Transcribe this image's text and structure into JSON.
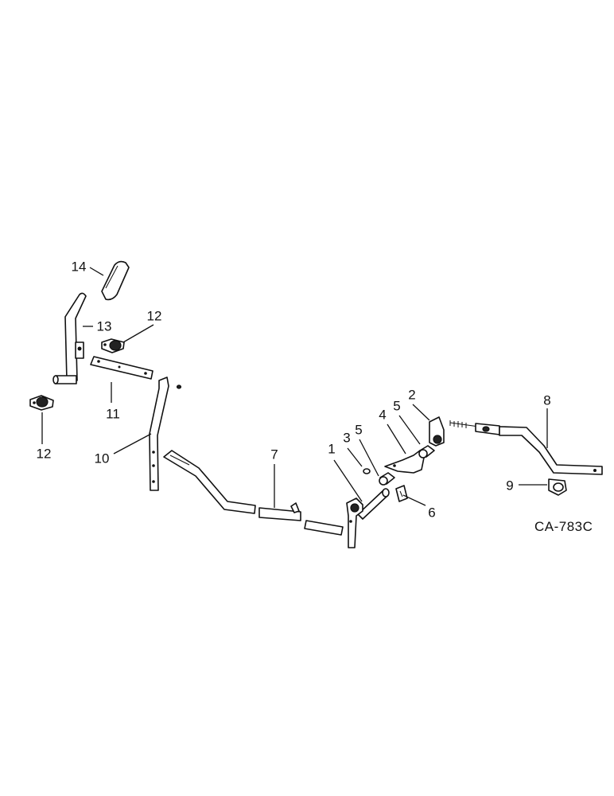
{
  "drawing": {
    "code": "CA-783C",
    "callouts": {
      "c1": "1",
      "c2": "2",
      "c3": "3",
      "c4": "4",
      "c5a": "5",
      "c5b": "5",
      "c6": "6",
      "c7": "7",
      "c8": "8",
      "c9": "9",
      "c10": "10",
      "c11": "11",
      "c12a": "12",
      "c12b": "12",
      "c13": "13",
      "c14": "14"
    }
  },
  "colors": {
    "ink": "#111111",
    "background": "#ffffff"
  }
}
